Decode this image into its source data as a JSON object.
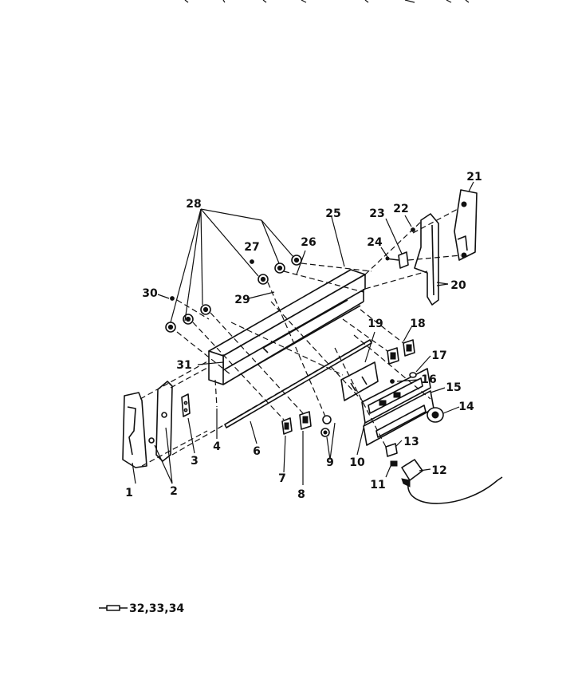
{
  "callouts": {
    "c1": "1",
    "c2": "2",
    "c3": "3",
    "c4": "4",
    "c6": "6",
    "c7": "7",
    "c8": "8",
    "c9": "9",
    "c10": "10",
    "c11": "11",
    "c12": "12",
    "c13": "13",
    "c14": "14",
    "c15": "15",
    "c16": "16",
    "c17": "17",
    "c18": "18",
    "c19": "19",
    "c20": "20",
    "c21": "21",
    "c22": "22",
    "c23": "23",
    "c24": "24",
    "c25": "25",
    "c26": "26",
    "c27": "27",
    "c28": "28",
    "c29": "29",
    "c30": "30",
    "c31": "31"
  },
  "footnote": "32,33,34"
}
